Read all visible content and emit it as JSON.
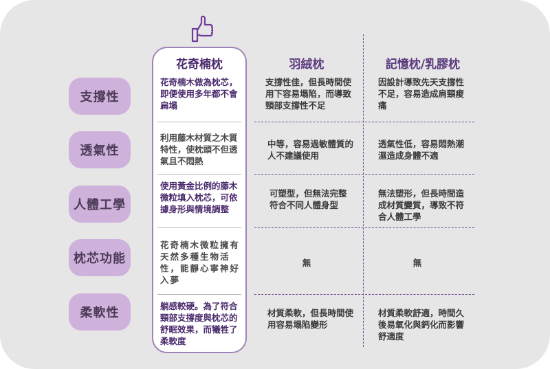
{
  "columns": {
    "hinoki": "花奇楠枕",
    "feather": "羽絨枕",
    "memory": "記憶枕/乳膠枕"
  },
  "rows": [
    {
      "label": "支撐性",
      "hinoki": "花奇楠木做為枕芯，即便使用多年都不會扁塌",
      "feather": "支撐性佳，但長時間使用下容易塌陷，而導致頸部支撐性不足",
      "memory": "因設計導致先天支撐性不足，容易造成肩頸痠痛"
    },
    {
      "label": "透氣性",
      "hinoki": "利用藤木材質之木質特性，使枕頭不但透氣且不悶熱",
      "feather": "中等，容易過敏體質的人不建議使用",
      "memory": "透氣性低，容易悶熱潮濕造成身體不適"
    },
    {
      "label": "人體工學",
      "hinoki": "使用黃金比例的藤木微粒填入枕芯，可依據身形與情境調整",
      "feather": "可塑型，但無法完整符合不同人體身型",
      "memory": "無法塑形，但長時間造成材質變質，導致不符合人體工學"
    },
    {
      "label": "枕芯功能",
      "hinoki": "花奇楠木微粒擁有天然多種生物活性，能靜心寧神好入夢",
      "feather": "無",
      "memory": "無"
    },
    {
      "label": "柔軟性",
      "hinoki": "躺感較硬。為了符合頸部支撐度與枕芯的舒眠效果，而犧牲了柔軟度",
      "feather": "材質柔軟，但長時間使用容易塌陷變形",
      "memory": "材質柔軟舒適，時間久後易氧化與鈣化而影響舒適度"
    }
  ],
  "icons": {
    "thumb": "thumbs-up-icon"
  },
  "colors": {
    "accent": "#7a4fa3",
    "label_bg": "#cfb2dc",
    "card_bg": "#e6e6e6"
  }
}
